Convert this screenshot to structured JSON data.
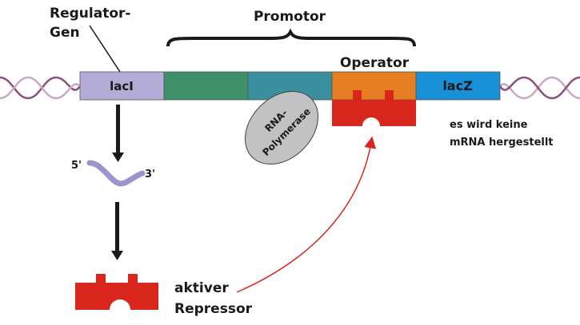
{
  "labels": {
    "regulator_gene_line1": "Regulator-",
    "regulator_gene_line2": "Gen",
    "promotor": "Promotor",
    "operator": "Operator",
    "lacI": "lacI",
    "lacZ": "lacZ",
    "rna_polymerase_line1": "RNA-",
    "rna_polymerase_line2": "Polymerase",
    "no_mrna_line1": "es wird keine",
    "no_mrna_line2": "mRNA hergestellt",
    "five_prime": "5'",
    "three_prime": "3'",
    "repressor_line1": "aktiver",
    "repressor_line2": "Repressor"
  },
  "segments": [
    {
      "name": "lacI",
      "color": "#b3acd6"
    },
    {
      "name": "promotor-region-1",
      "color": "#3e9068"
    },
    {
      "name": "promotor-region-2",
      "color": "#3a8f9f"
    },
    {
      "name": "operator",
      "color": "#e67e22"
    },
    {
      "name": "lacZ",
      "color": "#1890d8"
    }
  ],
  "colors": {
    "dna_strand": "#8a4f7d",
    "dna_strand_light": "#c9a9c4",
    "mrna": "#9a95cc",
    "repressor": "#d9261c",
    "polymerase": "#c2c2c2",
    "arrow": "#1a1a1a",
    "red_arrow": "#d9261c"
  }
}
